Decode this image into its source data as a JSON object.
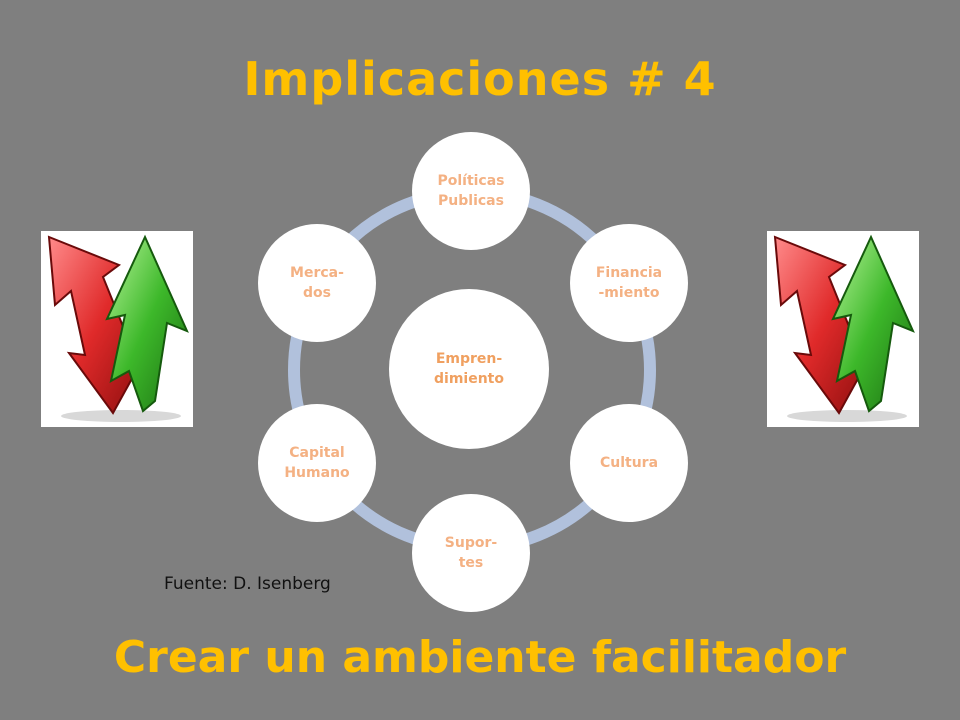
{
  "slide": {
    "title": "Implicaciones # 4",
    "subtitle": "Crear un ambiente facilitador",
    "source": "Fuente: D. Isenberg"
  },
  "diagram": {
    "center_label": "Empren-\ndimiento",
    "nodes": [
      {
        "label": "Políticas\nPublicas"
      },
      {
        "label": "Financia\n-miento"
      },
      {
        "label": "Cultura"
      },
      {
        "label": "Supor-\ntes"
      },
      {
        "label": "Capital\nHumano"
      },
      {
        "label": "Merca-\ndos"
      }
    ]
  },
  "colors": {
    "background": "#7f7f7f",
    "title": "#ffc000",
    "node_text": "#f4b183",
    "center_text": "#f0a060",
    "ring": "#b1c1dc",
    "arrow_red": "#e23b3b",
    "arrow_green": "#3fbf2f"
  },
  "icons": {
    "left_graphic": "red-green-arrows-icon",
    "right_graphic": "red-green-arrows-icon"
  }
}
